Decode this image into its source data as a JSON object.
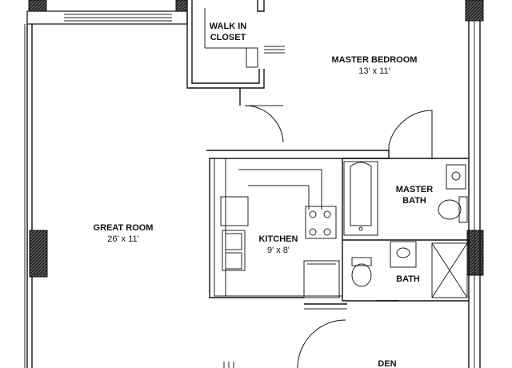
{
  "rooms": {
    "walk_in_closet": {
      "line1": "WALK IN",
      "line2": "CLOSET"
    },
    "master_bedroom": {
      "name": "MASTER BEDROOM",
      "dims": "13' x 11'"
    },
    "master_bath": {
      "line1": "MASTER",
      "line2": "BATH"
    },
    "great_room": {
      "name": "GREAT ROOM",
      "dims": "26' x 11'"
    },
    "kitchen": {
      "name": "KITCHEN",
      "dims": "9' x 8'"
    },
    "bath": {
      "name": "BATH"
    },
    "den": {
      "name": "DEN"
    }
  }
}
